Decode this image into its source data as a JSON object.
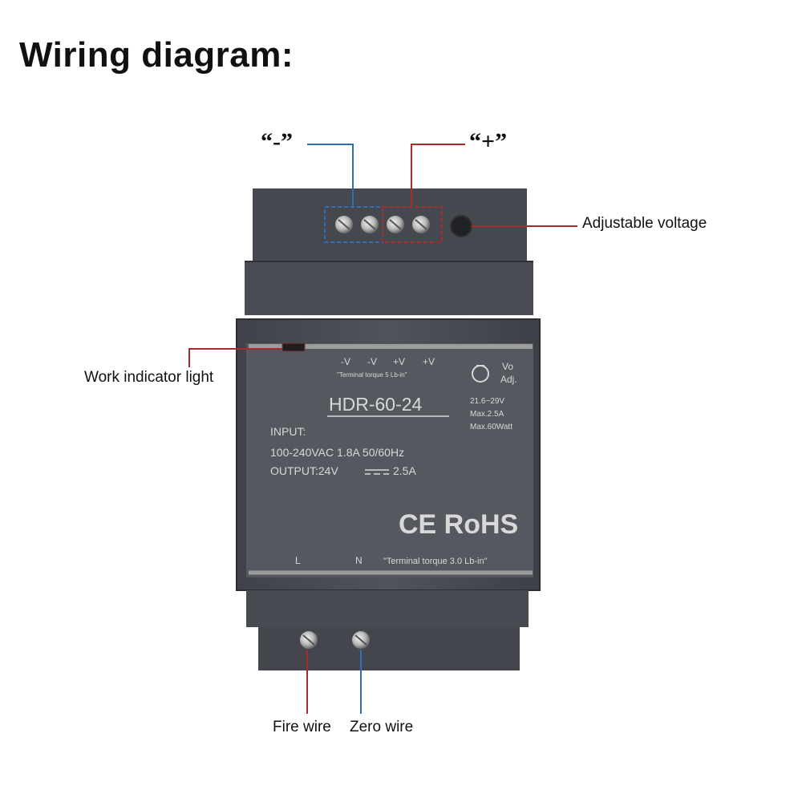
{
  "title": "Wiring diagram:",
  "callouts": {
    "minus": "“-”",
    "plus": "“+”",
    "adjustable_voltage": "Adjustable voltage",
    "work_indicator": "Work indicator light",
    "fire_wire": "Fire wire",
    "zero_wire": "Zero wire"
  },
  "device": {
    "top_terminals": [
      "-V",
      "-V",
      "+V",
      "+V"
    ],
    "top_torque": "\"Terminal torque 5 Lb-in\"",
    "vo_adj_1": "Vo",
    "vo_adj_2": "Adj.",
    "model": "HDR-60-24",
    "spec_1": "21.6~29V",
    "spec_2": "Max.2.5A",
    "spec_3": "Max.60Watt",
    "input_label": "INPUT:",
    "input_value": "100-240VAC 1.8A  50/60Hz",
    "output_prefix": "OUTPUT:24V",
    "output_suffix": "2.5A",
    "certs": "CE RoHS",
    "bottom_l": "L",
    "bottom_n": "N",
    "bottom_torque": "\"Terminal torque 3.0 Lb-in\""
  },
  "colors": {
    "negative_line": "#2e6fb5",
    "positive_line": "#a82b2b",
    "device_body": "#4b4e54",
    "label_text": "#d8d8d8"
  }
}
